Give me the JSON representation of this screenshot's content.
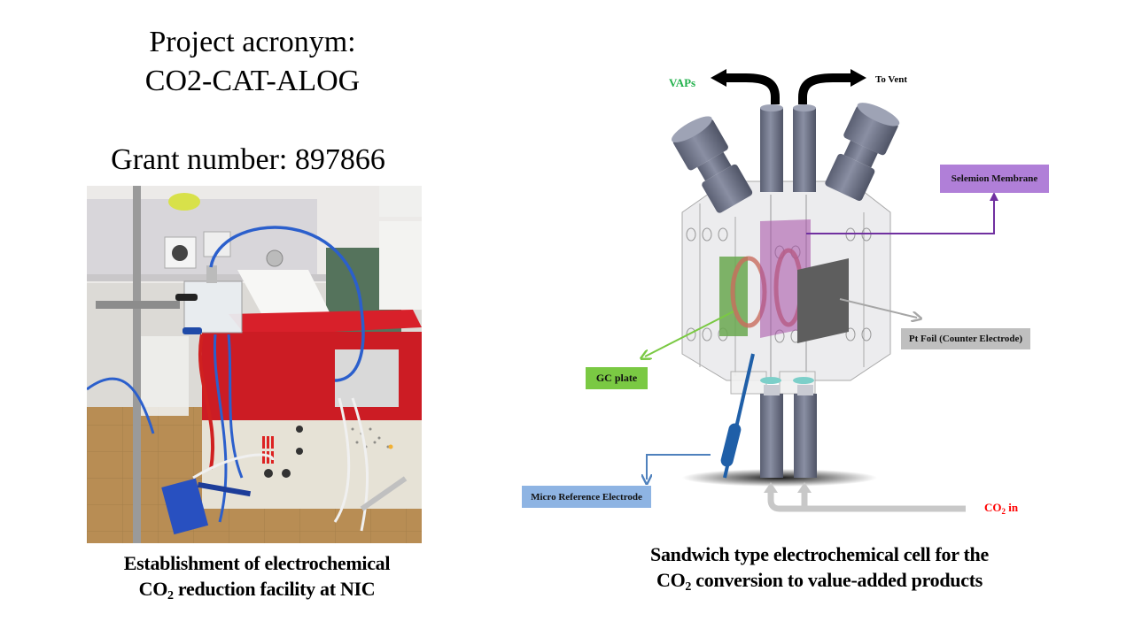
{
  "left": {
    "project_label": "Project acronym:",
    "project_acronym": "CO2-CAT-ALOG",
    "grant_label": "Grant number: 897866",
    "photo_alt": "Lab photo: electrochemical cell on stand connected to red potentiostat",
    "caption_line1": "Establishment of electrochemical",
    "caption_line2_prefix": "CO",
    "caption_line2_sub": "2",
    "caption_line2_suffix": " reduction facility at NIC"
  },
  "diagram": {
    "outlet_left_label": "VAPs",
    "outlet_right_label": "To Vent",
    "membrane_label": "Selemion Membrane",
    "counter_label": "Pt Foil (Counter Electrode)",
    "gc_label": "GC plate",
    "reference_label": "Micro Reference Electrode",
    "co2_prefix": "CO",
    "co2_sub": "2",
    "co2_suffix": " in",
    "caption_line1": "Sandwich type electrochemical cell for the",
    "caption_line2_prefix": "CO",
    "caption_line2_sub": "2",
    "caption_line2_suffix": " conversion to value-added products"
  },
  "colors": {
    "vaps_text": "#22b14c",
    "membrane_box": "#b07fd8",
    "membrane_arrow": "#7030a0",
    "counter_box": "#bfbfbf",
    "gc_box": "#7ac943",
    "reference_box": "#8eb4e3",
    "reference_arrow": "#4f81bd",
    "co2_text": "#ff0000",
    "co2_arrow": "#c8c8c8"
  }
}
